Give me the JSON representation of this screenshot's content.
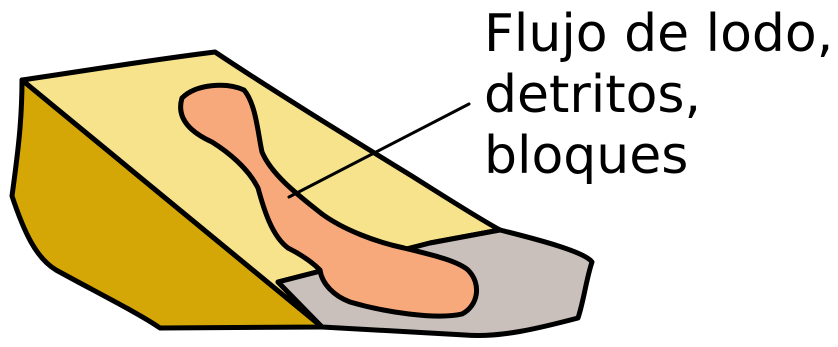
{
  "label": {
    "lines": [
      "Flujo de lodo,",
      "detritos,",
      "bloques"
    ]
  },
  "colors": {
    "slope_top": "#f7e38c",
    "slope_side": "#d4a707",
    "flow": "#f8a97b",
    "runout_ground": "#c9c0bb",
    "outline": "#000000"
  }
}
